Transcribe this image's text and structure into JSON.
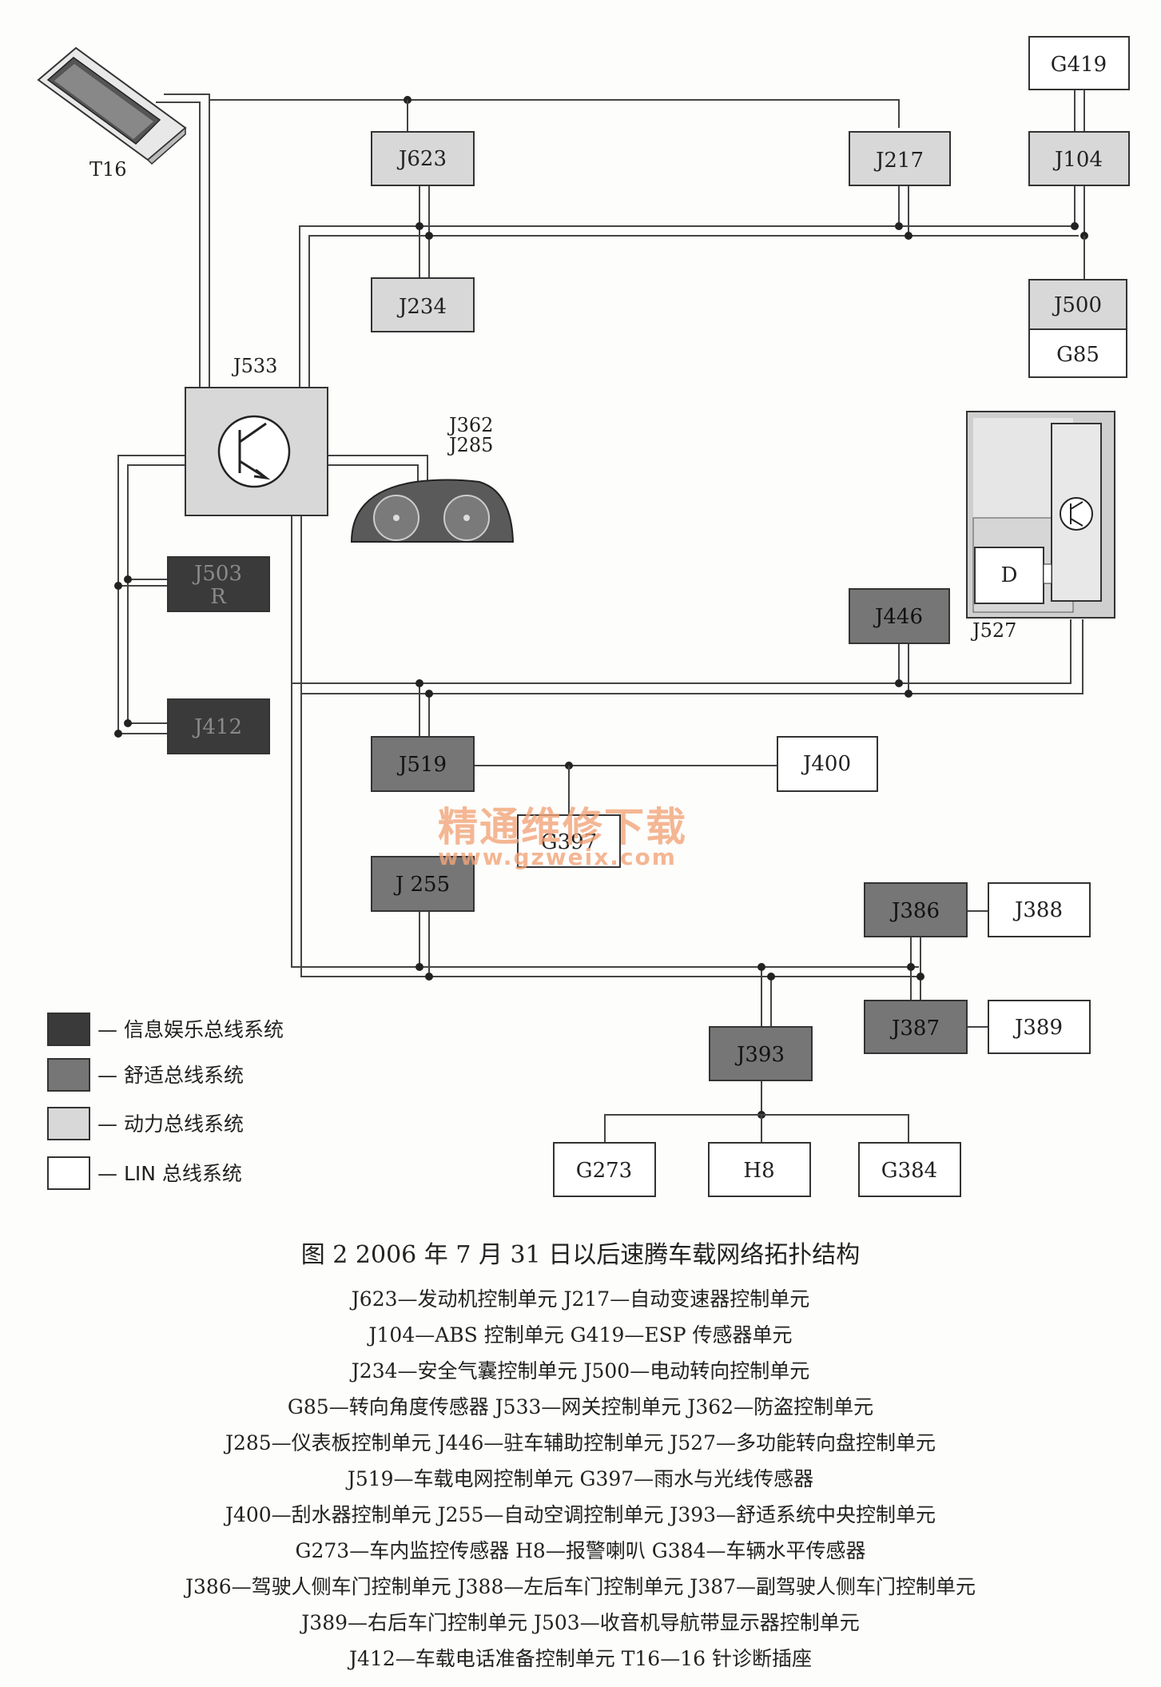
{
  "colors": {
    "infotainment": "#3a3a3a",
    "comfort": "#767676",
    "powertrain": "#d8d8d8",
    "lin": "#ffffff",
    "watermark": "#f2a57a"
  },
  "nodes": {
    "t16": "T16",
    "j533": "J533",
    "j362_j285": [
      "J362",
      "J285"
    ],
    "j623": "J623",
    "j234": "J234",
    "j217": "J217",
    "g419": "G419",
    "j104": "J104",
    "j500": "J500",
    "g85": "G85",
    "j503": [
      "J503",
      "R"
    ],
    "j412": "J412",
    "j527": "J527",
    "j527_d": "D",
    "j446": "J446",
    "j519": "J519",
    "j400": "J400",
    "g397": "G397",
    "j255": "J 255",
    "j386": "J386",
    "j388": "J388",
    "j387": "J387",
    "j389": "J389",
    "j393": "J393",
    "g273": "G273",
    "h8": "H8",
    "g384": "G384"
  },
  "legend": [
    {
      "label": "— 信息娱乐总线系统",
      "color": "#3a3a3a"
    },
    {
      "label": "— 舒适总线系统",
      "color": "#767676"
    },
    {
      "label": "— 动力总线系统",
      "color": "#d8d8d8"
    },
    {
      "label": "— LIN 总线系统",
      "color": "#ffffff"
    }
  ],
  "watermark": {
    "line1": "精通维修下载",
    "line2": "www.gzweix.com"
  },
  "caption": {
    "title": "图 2  2006 年 7 月 31 日以后速腾车载网络拓扑结构",
    "lines": [
      "J623—发动机控制单元    J217—自动变速器控制单元",
      "J104—ABS 控制单元    G419—ESP 传感器单元",
      "J234—安全气囊控制单元    J500—电动转向控制单元",
      "G85—转向角度传感器    J533—网关控制单元    J362—防盗控制单元",
      "J285—仪表板控制单元    J446—驻车辅助控制单元    J527—多功能转向盘控制单元",
      "J519—车载电网控制单元    G397—雨水与光线传感器",
      "J400—刮水器控制单元    J255—自动空调控制单元    J393—舒适系统中央控制单元",
      "G273—车内监控传感器    H8—报警喇叭    G384—车辆水平传感器",
      "J386—驾驶人侧车门控制单元    J388—左后车门控制单元    J387—副驾驶人侧车门控制单元",
      "J389—右后车门控制单元    J503—收音机导航带显示器控制单元",
      "J412—车载电话准备控制单元    T16—16 针诊断插座"
    ]
  }
}
